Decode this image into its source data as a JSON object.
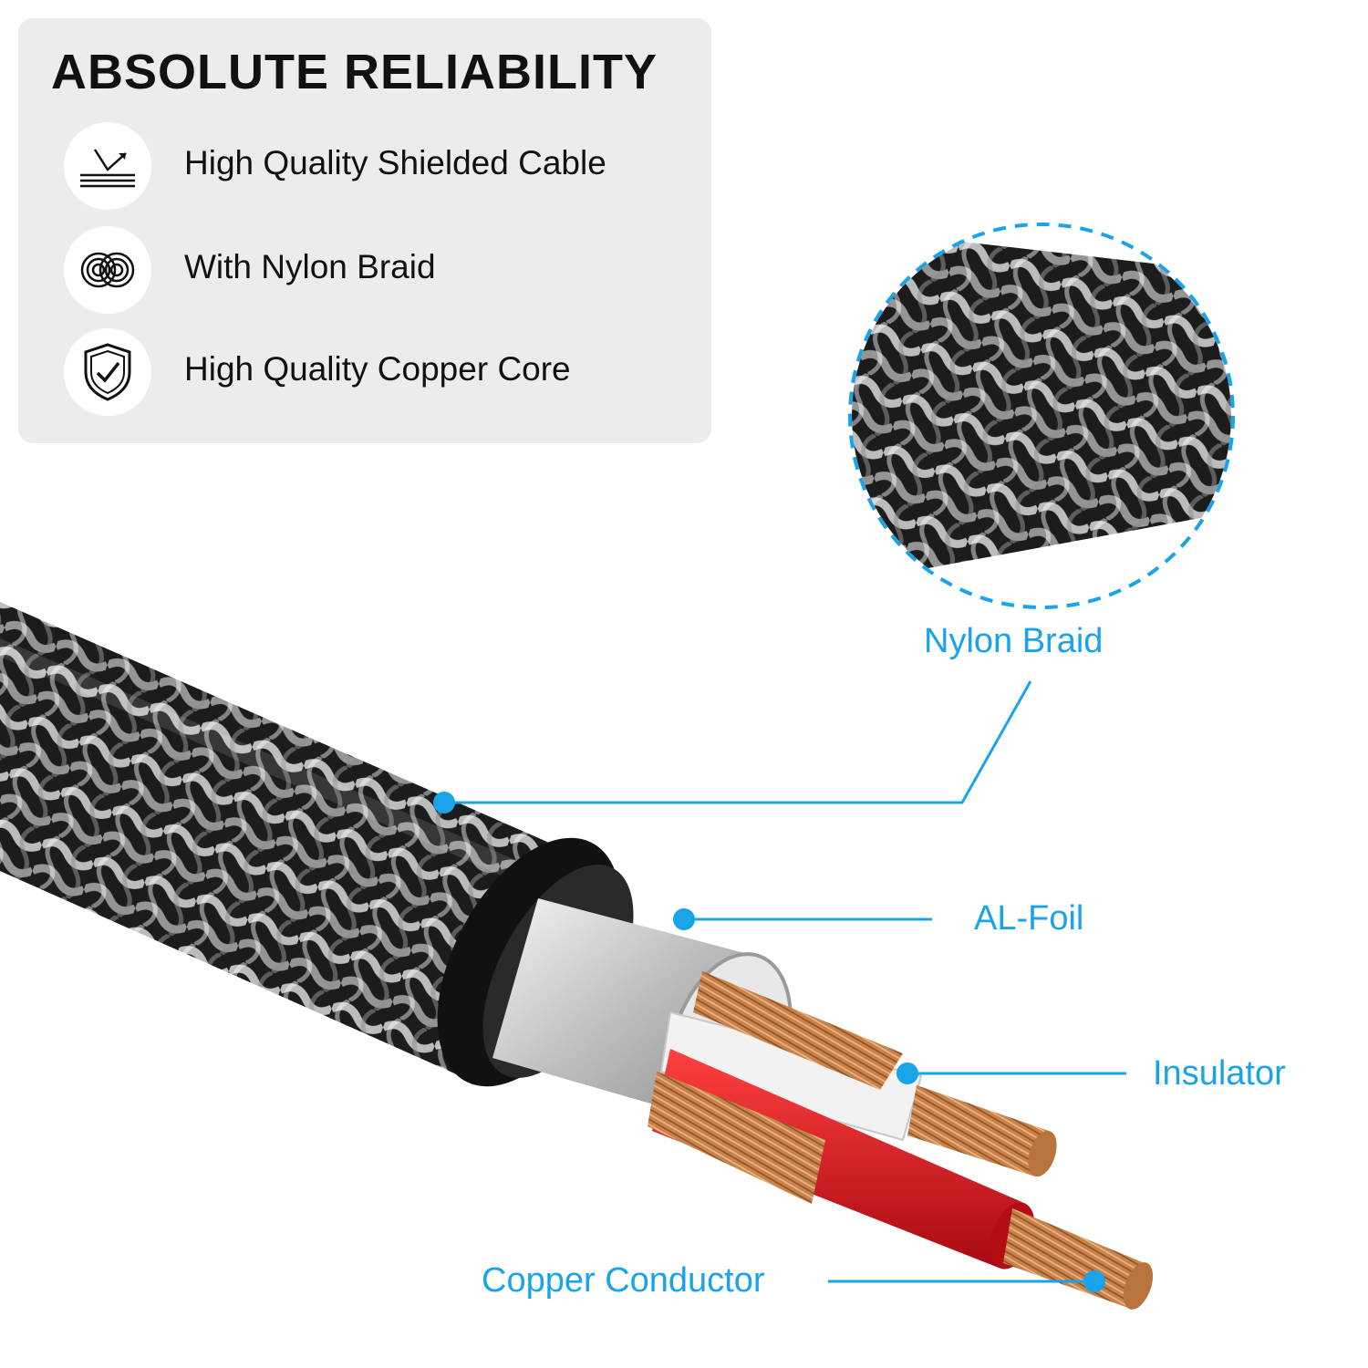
{
  "panel": {
    "title": "ABSOLUTE RELIABILITY",
    "features": [
      {
        "icon": "shielded-cable-icon",
        "label": "High Quality Shielded Cable"
      },
      {
        "icon": "nylon-braid-icon",
        "label": "With Nylon Braid"
      },
      {
        "icon": "shield-check-icon",
        "label": "High Quality Copper Core"
      }
    ]
  },
  "callouts": {
    "nylon_braid": "Nylon Braid",
    "al_foil": "AL-Foil",
    "insulator": "Insulator",
    "copper_conductor": "Copper Conductor"
  },
  "colors": {
    "accent": "#1aa3e8",
    "panel_background": "#ececec",
    "braid_dark": "#1c1c1c",
    "braid_light": "#d9d9d9",
    "foil": "#c8c8c8",
    "copper": "#c8834a",
    "red_insulator": "#d8121a",
    "white_insulator": "#f2f2f2"
  }
}
